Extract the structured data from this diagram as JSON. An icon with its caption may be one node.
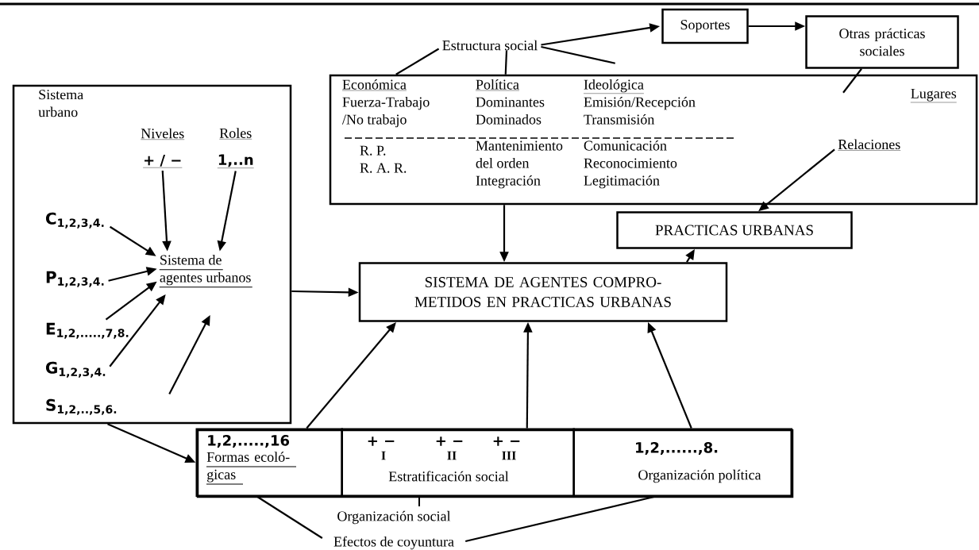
{
  "diagram": {
    "nodes": [
      {
        "text": [
          "Estructura social"
        ]
      },
      {
        "text": [
          "Soportes"
        ]
      },
      {
        "text": [
          "Otras prácticas sociales"
        ]
      },
      {
        "text": [],
        "shape": "box"
      },
      {
        "text": [
          "Económica",
          "Fuerza-Trabajo /No trabajo",
          "R. P.",
          "R. A. R."
        ],
        "in": 3
      },
      {
        "text": [
          "Política",
          "Dominantes",
          "Dominados",
          "Mantenimiento del orden",
          "Integración"
        ],
        "in": 3
      },
      {
        "text": [
          "Ideológica",
          "Emisión/Recepción",
          "Transmisión",
          "Comunicación",
          "Reconocimiento",
          "Legitimación"
        ],
        "in": 3
      },
      {
        "text": [
          "Lugares"
        ],
        "in": 3
      },
      {
        "text": [
          "Relaciones"
        ],
        "in": 3
      },
      {
        "text": [
          "Sistema urbano"
        ]
      },
      {
        "text": [
          "Niveles",
          "+ / −"
        ],
        "in": 9
      },
      {
        "text": [
          "Roles",
          "1,..n"
        ],
        "in": 9
      },
      {
        "text": [
          "C$_{1,2,3,4.}$"
        ],
        "in": 9
      },
      {
        "text": [
          "P$_{1,2,3,4.}$"
        ],
        "in": 9
      },
      {
        "text": [
          "E$_{1,2,.....,7,8.}$"
        ],
        "in": 9
      },
      {
        "text": [
          "G$_{1,2,3,4.}$"
        ],
        "in": 9
      },
      {
        "text": [
          "S$_{1,2,..,5,6.}$"
        ],
        "in": 9
      },
      {
        "text": [
          "Sistema de agentes urbanos"
        ],
        "in": 9
      },
      {
        "text": [
          "PRACTICAS URBANAS"
        ]
      },
      {
        "text": [
          "SISTEMA DE AGENTES COMPRO- METIDOS EN PRACTICAS URBANAS"
        ]
      },
      {
        "text": [
          "Organización social"
        ]
      },
      {
        "text": [
          "1,2,.....,16",
          "Formas ecoló- gicas"
        ],
        "in": 20
      },
      {
        "text": [
          "+ −",
          "I",
          "+ −",
          "II",
          "+ −",
          "III",
          "Estratificación social"
        ],
        "in": 20
      },
      {
        "text": [
          "1,2,......,8.",
          "Organización política"
        ],
        "in": 20
      },
      {
        "text": [
          "Efectos de coyuntura"
        ]
      }
    ],
    "edges": [
      {
        "from": 0,
        "to": 4,
        "arrow": "none"
      },
      {
        "from": 0,
        "to": 5,
        "arrow": "none"
      },
      {
        "from": 0,
        "to": 6,
        "arrow": "none"
      },
      {
        "from": 0,
        "to": 1,
        "arrow": "to"
      },
      {
        "from": 1,
        "to": 2,
        "arrow": "to"
      },
      {
        "from": 2,
        "to": 3,
        "arrow": "none"
      },
      {
        "from": 8,
        "to": 18,
        "arrow": "to"
      },
      {
        "from": 19,
        "to": 18,
        "arrow": "to"
      },
      {
        "from": 3,
        "to": 19,
        "arrow": "to"
      },
      {
        "from": 9,
        "to": 19,
        "arrow": "to"
      },
      {
        "from": 12,
        "to": 17,
        "arrow": "to"
      },
      {
        "from": 10,
        "to": 17,
        "arrow": "to"
      },
      {
        "from": 11,
        "to": 17,
        "arrow": "to"
      },
      {
        "from": 13,
        "to": 17,
        "arrow": "to"
      },
      {
        "from": 14,
        "to": 17,
        "arrow": "to"
      },
      {
        "from": 15,
        "to": 17,
        "arrow": "to"
      },
      {
        "from": 16,
        "to": 17,
        "arrow": "to"
      },
      {
        "from": 9,
        "to": 21,
        "arrow": "to"
      },
      {
        "from": 21,
        "to": 19,
        "arrow": "to"
      },
      {
        "from": 22,
        "to": 19,
        "arrow": "to"
      },
      {
        "from": 23,
        "to": 19,
        "arrow": "to"
      },
      {
        "from": 21,
        "to": 24,
        "arrow": "none"
      },
      {
        "from": 24,
        "to": 23,
        "arrow": "none"
      }
    ]
  }
}
